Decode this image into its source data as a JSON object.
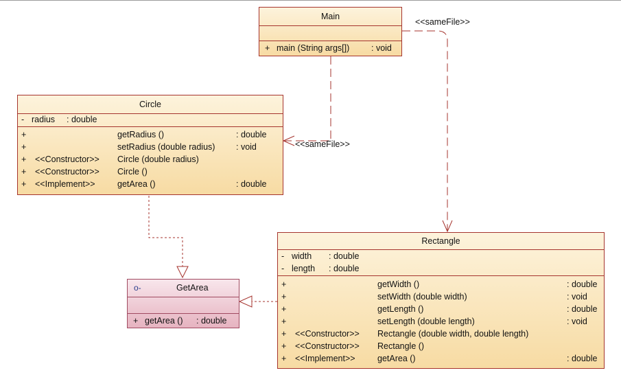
{
  "stereotype_label": "<<sameFile>>",
  "main": {
    "name": "Main",
    "op_vis": "+",
    "op_sig": "main (String args[])",
    "op_type": ": void"
  },
  "circle": {
    "name": "Circle",
    "attr_vis": "-",
    "attr_name": "radius",
    "attr_type": ": double",
    "ops": [
      {
        "vis": "+",
        "stereo": "",
        "name": "getRadius ()",
        "type": ": double"
      },
      {
        "vis": "+",
        "stereo": "",
        "name": "setRadius (double radius)",
        "type": ": void"
      },
      {
        "vis": "+",
        "stereo": "<<Constructor>>",
        "name": "Circle (double radius)",
        "type": ""
      },
      {
        "vis": "+",
        "stereo": "<<Constructor>>",
        "name": "Circle ()",
        "type": ""
      },
      {
        "vis": "+",
        "stereo": "<<Implement>>",
        "name": "getArea ()",
        "type": ": double"
      }
    ]
  },
  "getarea": {
    "icon": "o-",
    "icon_name": "interface-lollipop-icon",
    "name": "GetArea",
    "op_vis": "+",
    "op_sig": "getArea ()",
    "op_type": ": double"
  },
  "rectangle": {
    "name": "Rectangle",
    "attrs": [
      {
        "vis": "-",
        "name": "width",
        "type": ": double"
      },
      {
        "vis": "-",
        "name": "length",
        "type": ": double"
      }
    ],
    "ops": [
      {
        "vis": "+",
        "stereo": "",
        "name": "getWidth ()",
        "type": ": double"
      },
      {
        "vis": "+",
        "stereo": "",
        "name": "setWidth (double width)",
        "type": ": void"
      },
      {
        "vis": "+",
        "stereo": "",
        "name": "getLength ()",
        "type": ": double"
      },
      {
        "vis": "+",
        "stereo": "",
        "name": "setLength (double length)",
        "type": ": void"
      },
      {
        "vis": "+",
        "stereo": "<<Constructor>>",
        "name": "Rectangle (double width, double length)",
        "type": ""
      },
      {
        "vis": "+",
        "stereo": "<<Constructor>>",
        "name": "Rectangle ()",
        "type": ""
      },
      {
        "vis": "+",
        "stereo": "<<Implement>>",
        "name": "getArea ()",
        "type": ": double"
      }
    ]
  },
  "colors": {
    "class_border": "#a5332d",
    "class_fill": "#f7dba3",
    "interface_fill": "#e6b3c0",
    "dependency_line": "#a5332d",
    "realization_line": "#a5332d"
  }
}
